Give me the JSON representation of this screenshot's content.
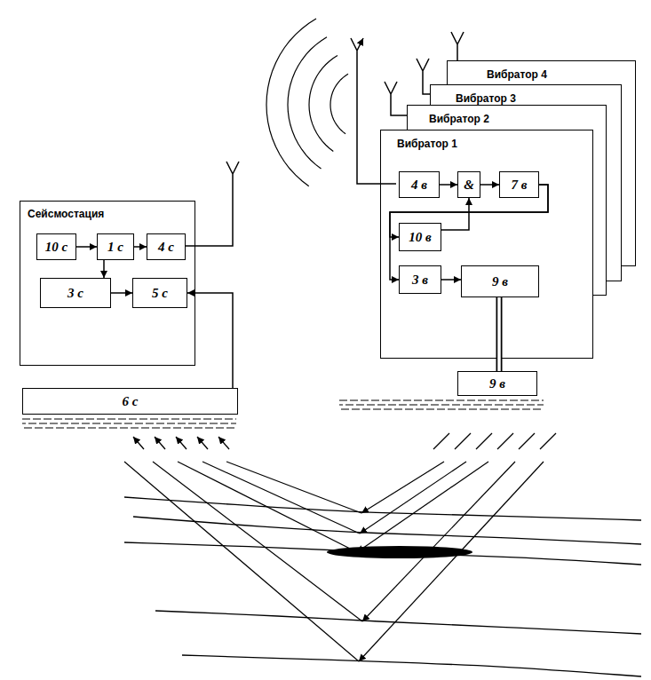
{
  "diagram": {
    "nodes": [
      {
        "text": [
          "Сейсмостация"
        ]
      },
      {
        "text": [
          "10 с"
        ],
        "in": 0
      },
      {
        "text": [
          "1 с"
        ],
        "in": 0
      },
      {
        "text": [
          "4 с"
        ],
        "in": 0
      },
      {
        "text": [
          "3 с"
        ],
        "in": 0
      },
      {
        "text": [
          "5 с"
        ],
        "in": 0
      },
      {
        "text": [
          "6 с"
        ]
      },
      {
        "text": [
          "Вибратор 4"
        ]
      },
      {
        "text": [
          "Вибратор 3"
        ]
      },
      {
        "text": [
          "Вибратор 2"
        ]
      },
      {
        "text": [
          "Вибратор 1"
        ]
      },
      {
        "text": [
          "4 в"
        ],
        "in": 10
      },
      {
        "text": [
          "&"
        ],
        "in": 10
      },
      {
        "text": [
          "7 в"
        ],
        "in": 10
      },
      {
        "text": [
          "10 в"
        ],
        "in": 10
      },
      {
        "text": [
          "3 в"
        ],
        "in": 10
      },
      {
        "text": [
          "9 в"
        ],
        "in": 10
      },
      {
        "text": [
          "9 в"
        ]
      }
    ],
    "edges": [
      {
        "from": 1,
        "to": 2,
        "arrow": "to"
      },
      {
        "from": 2,
        "to": 3,
        "arrow": "to"
      },
      {
        "from": 2,
        "to": 4,
        "arrow": "to"
      },
      {
        "from": 4,
        "to": 5,
        "arrow": "to"
      },
      {
        "from": 6,
        "to": 5,
        "arrow": "to"
      },
      {
        "from": 11,
        "to": 12,
        "arrow": "to"
      },
      {
        "from": 14,
        "to": 12,
        "arrow": "to"
      },
      {
        "from": 12,
        "to": 13,
        "arrow": "to"
      },
      {
        "from": 13,
        "to": 14,
        "arrow": "to"
      },
      {
        "from": 13,
        "to": 15,
        "arrow": "to"
      },
      {
        "from": 15,
        "to": 16,
        "arrow": "to"
      },
      {
        "from": 16,
        "to": 17,
        "arrow": "none"
      }
    ]
  }
}
